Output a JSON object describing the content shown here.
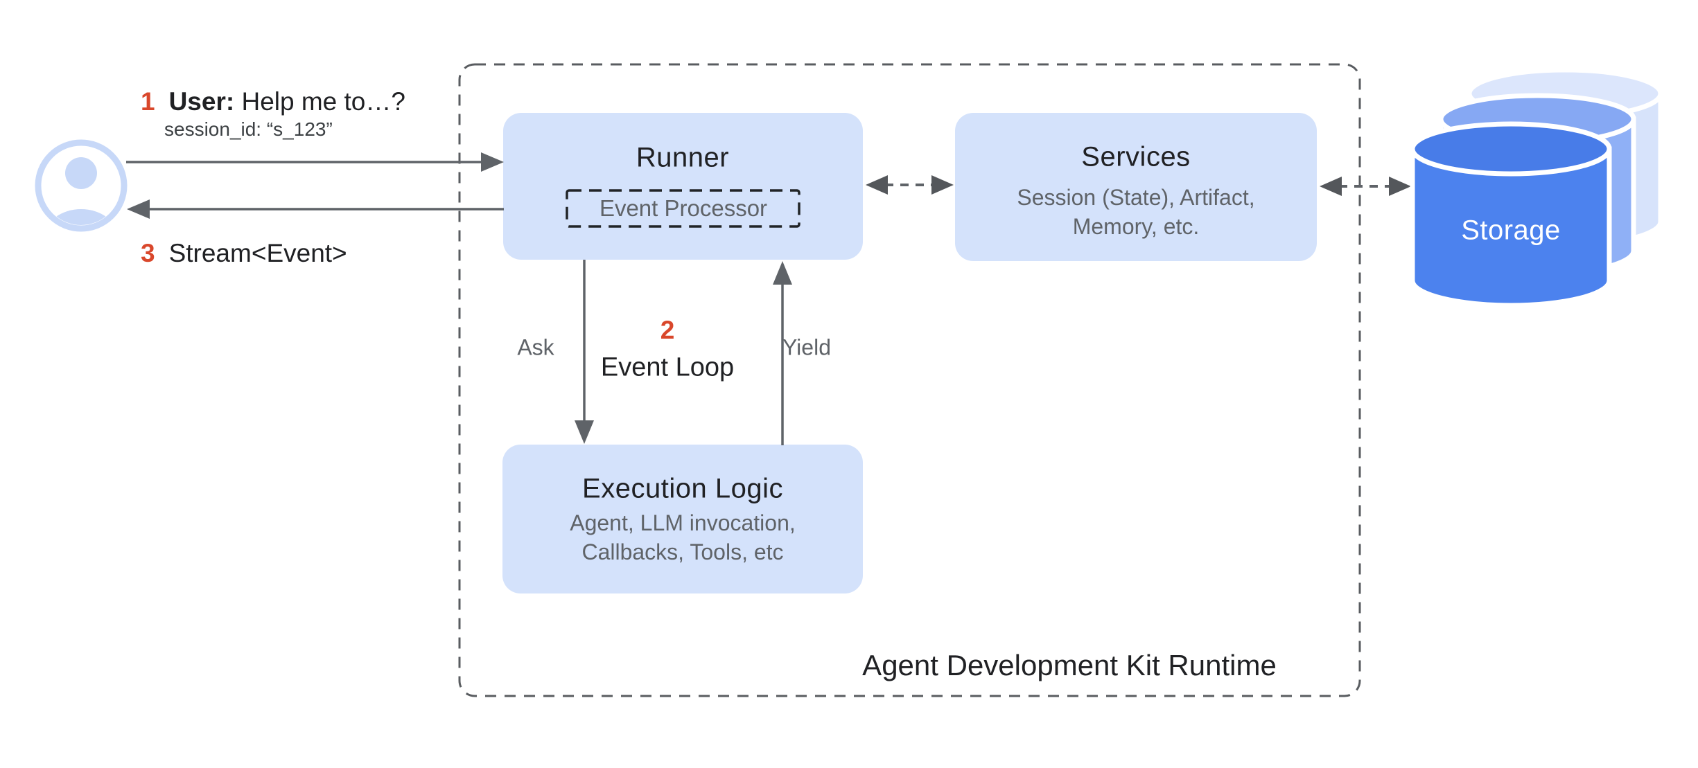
{
  "user": {
    "request_step_number": "1",
    "request_speaker": "User:",
    "request_message": "Help me to…?",
    "session_id": "session_id: “s_123”",
    "response_step_number": "3",
    "response_message": "Stream<Event>"
  },
  "runtime": {
    "label": "Agent Development Kit Runtime",
    "runner": {
      "title": "Runner",
      "event_processor_label": "Event Processor"
    },
    "services": {
      "title": "Services",
      "subtitle_line1": "Session (State), Artifact,",
      "subtitle_line2": "Memory, etc."
    },
    "execution_logic": {
      "title": "Execution Logic",
      "subtitle_line1": "Agent, LLM invocation,",
      "subtitle_line2": "Callbacks, Tools, etc"
    },
    "event_loop": {
      "step_number": "2",
      "label": "Event Loop",
      "ask_label": "Ask",
      "yield_label": "Yield"
    }
  },
  "storage": {
    "label": "Storage"
  },
  "colors": {
    "accent_red": "#d9472b",
    "box_fill": "#d4e2fb",
    "line_gray": "#5f6368",
    "title_text": "#202124",
    "icon_blue": "#c7d8f8",
    "storage_front": "#4c82ee",
    "storage_middle": "#8fb0f6",
    "storage_back": "#d7e3fb"
  }
}
